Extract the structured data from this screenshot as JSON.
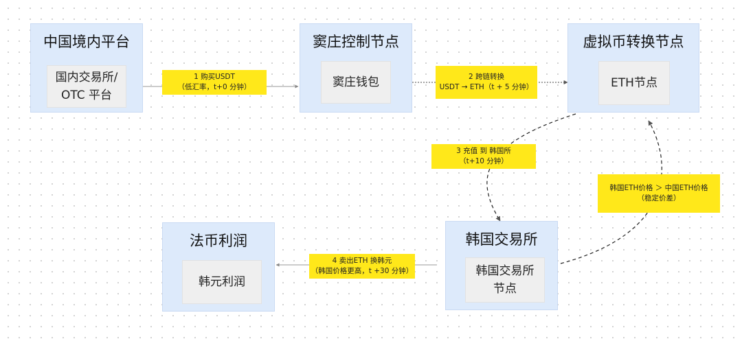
{
  "nodes": {
    "china_platform": {
      "title": "中国境内平台",
      "inner": "国内交易所/\nOTC 平台"
    },
    "control_node": {
      "title": "窦庄控制节点",
      "inner": "窦庄钱包"
    },
    "crypto_node": {
      "title": "虚拟币转换节点",
      "inner": "ETH节点"
    },
    "korea_exchange": {
      "title": "韩国交易所",
      "inner": "韩国交易所\n节点"
    },
    "fiat_profit": {
      "title": "法币利润",
      "inner": "韩元利润"
    }
  },
  "edges": {
    "step1": "1 购买USDT\n（低汇率，t+0 分钟）",
    "step2": "2 跨链转换\nUSDT → ETH（t + 5 分钟）",
    "step3": "3 充值 到 韩国所\n（t+10 分钟）",
    "step4": "4 卖出ETH 换韩元\n（韩国价格更高，t +30 分钟）",
    "price_gap": "韩国ETH价格 ＞ 中国ETH价格\n（稳定价差）"
  }
}
